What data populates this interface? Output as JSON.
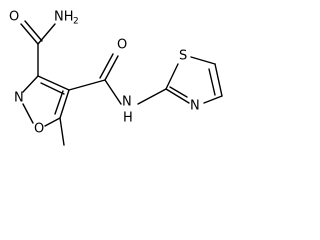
{
  "structure": {
    "atoms": {
      "amide_oxygen_top": "O",
      "amide_nitrogen_top": "NH",
      "amide_nitrogen_top_count": "2",
      "ring_nitrogen": "N",
      "ring_oxygen": "O",
      "amide_oxygen_mid": "O",
      "amide_nh": "N",
      "amide_nh_h": "H",
      "thiazole_sulfur": "S",
      "thiazole_nitrogen": "N"
    }
  }
}
